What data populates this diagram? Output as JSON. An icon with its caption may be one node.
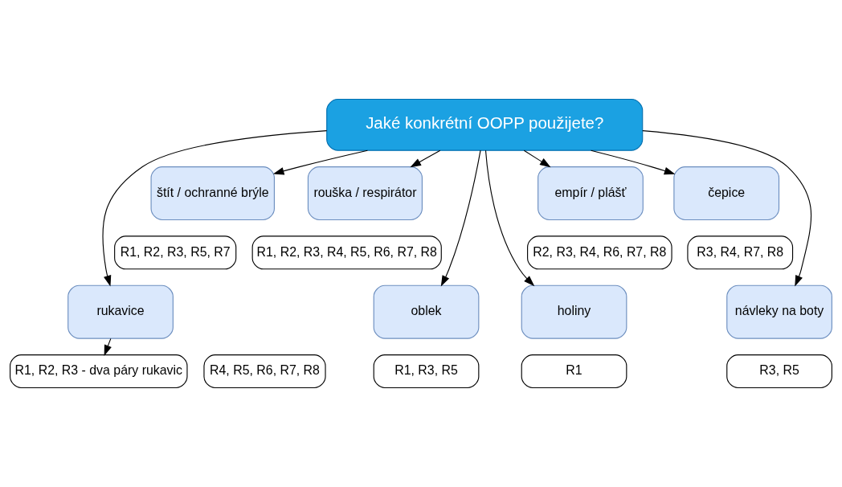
{
  "diagram": {
    "nodes": [
      {
        "text": [
          "Jaké konkrétní OOPP použijete?"
        ]
      },
      {
        "text": [
          "štít / ochranné brýle"
        ]
      },
      {
        "text": [
          "R1, R2, R3, R5, R7"
        ]
      },
      {
        "text": [
          "rouška / respirátor"
        ]
      },
      {
        "text": [
          "R1, R2, R3, R4, R5, R6, R7, R8"
        ]
      },
      {
        "text": [
          "empír / plášť"
        ]
      },
      {
        "text": [
          "R2, R3, R4, R6, R7, R8"
        ]
      },
      {
        "text": [
          "čepice"
        ]
      },
      {
        "text": [
          "R3, R4, R7, R8"
        ]
      },
      {
        "text": [
          "rukavice"
        ]
      },
      {
        "text": [
          "R4, R5, R6, R7, R8"
        ]
      },
      {
        "text": [
          "oblek"
        ]
      },
      {
        "text": [
          "R1, R3, R5"
        ]
      },
      {
        "text": [
          "holiny"
        ]
      },
      {
        "text": [
          "R1"
        ]
      },
      {
        "text": [
          "návleky na boty"
        ]
      },
      {
        "text": [
          "R3, R5"
        ]
      },
      {
        "text": [
          "R1, R2, R3 - dva páry rukavic"
        ]
      }
    ],
    "edges": [
      {
        "from": 0,
        "to": 1,
        "arrow": "to"
      },
      {
        "from": 0,
        "to": 3,
        "arrow": "to"
      },
      {
        "from": 0,
        "to": 5,
        "arrow": "to"
      },
      {
        "from": 0,
        "to": 7,
        "arrow": "to"
      },
      {
        "from": 0,
        "to": 9,
        "arrow": "to"
      },
      {
        "from": 0,
        "to": 11,
        "arrow": "to"
      },
      {
        "from": 0,
        "to": 13,
        "arrow": "to"
      },
      {
        "from": 0,
        "to": 15,
        "arrow": "to"
      },
      {
        "from": 9,
        "to": 17,
        "arrow": "to"
      }
    ]
  }
}
